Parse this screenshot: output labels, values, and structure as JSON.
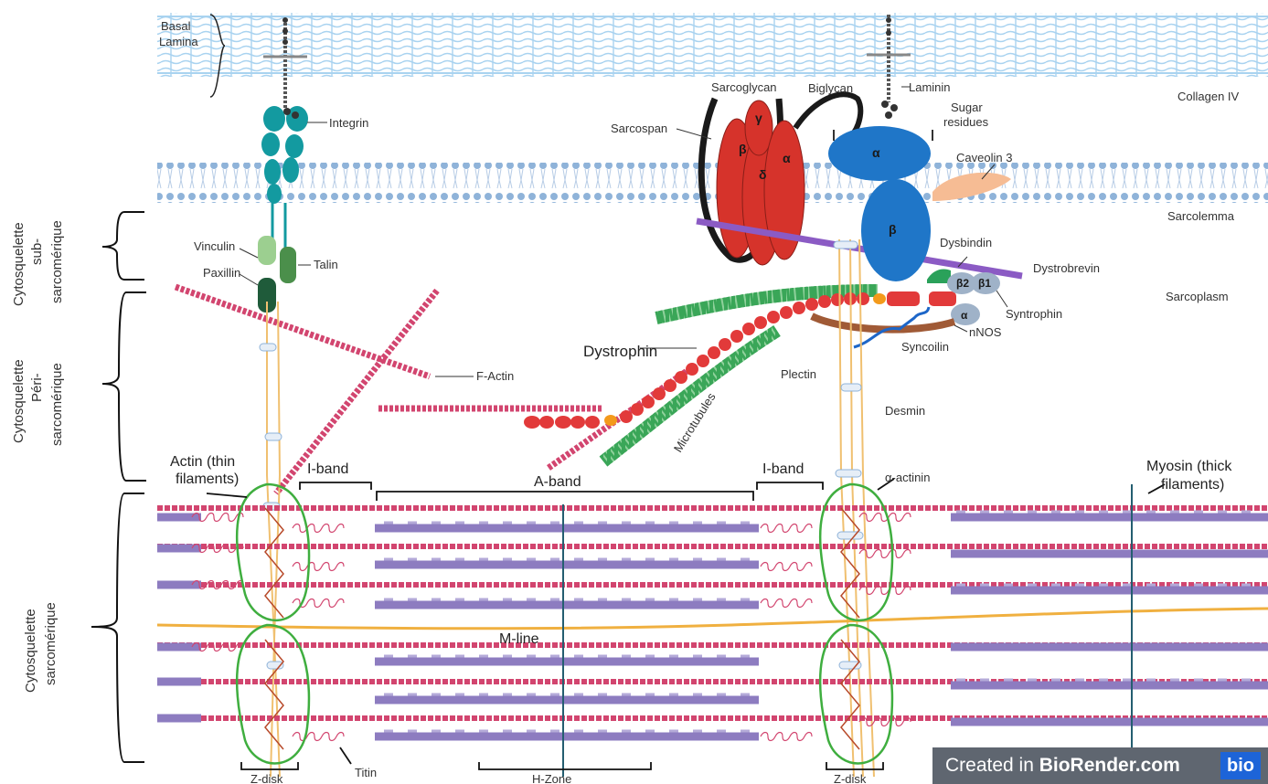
{
  "labels": {
    "basal_lamina_1": "Basal",
    "basal_lamina_2": "Lamina",
    "collagen": "Collagen IV",
    "integrin": "Integrin",
    "sarcoglycan": "Sarcoglycan",
    "biglycan": "Biglycan",
    "laminin": "Laminin",
    "sugar_1": "Sugar",
    "sugar_2": "residues",
    "sarcospan": "Sarcospan",
    "caveolin": "Caveolin 3",
    "sarcolemma": "Sarcolemma",
    "vinculin": "Vinculin",
    "talin": "Talin",
    "paxillin": "Paxillin",
    "dysbindin": "Dysbindin",
    "dystrobrevin": "Dystrobrevin",
    "sarcoplasm": "Sarcoplasm",
    "syntrophin": "Syntrophin",
    "nnos": "nNOS",
    "dystrophin": "Dystrophin",
    "syncoilin": "Syncoilin",
    "f_actin": "F-Actin",
    "plectin": "Plectin",
    "microtubules": "Microtubules",
    "desmin": "Desmin",
    "actin_1": "Actin (thin",
    "actin_2": "filaments)",
    "i_band_left": "I-band",
    "a_band": "A-band",
    "i_band_right": "I-band",
    "alpha_actinin": "α-actinin",
    "myosin_1": "Myosin (thick",
    "myosin_2": "filaments)",
    "m_line": "M-line",
    "titin": "Titin",
    "z_disk_left": "Z-disk",
    "h_zone": "H-Zone",
    "z_disk_right": "Z-disk"
  },
  "greek": {
    "sg_beta": "β",
    "sg_gamma": "γ",
    "sg_delta": "δ",
    "sg_alpha": "α",
    "dg_alpha": "α",
    "dg_beta": "β",
    "syn_beta2": "β2",
    "syn_beta1": "β1",
    "syn_alpha": "α"
  },
  "side_labels": {
    "sub_1": "Cytosquelette",
    "sub_2": "sub-",
    "sub_3": "sarcomérique",
    "peri_1": "Cytosquelette",
    "peri_2": "Péri-",
    "peri_3": "sarcomérique",
    "sarc_1": "Cytosquelette",
    "sarc_2": "sarcomérique"
  },
  "badge": {
    "prefix": "Created in ",
    "brand": "BioRender.com",
    "logo": "bio"
  },
  "colors": {
    "membrane": "#8fb3d9",
    "integrin": "#139aa0",
    "sarcoglycan": "#d6332b",
    "dystroglycan": "#1f76c8",
    "caveolin": "#f6bc94",
    "dystrophin": "#e23a3a",
    "microtubule": "#3aa658",
    "actin": "#d2456f",
    "myosin": "#8d7cc0",
    "desmin": "#f0c070",
    "z_disk_outline": "#3fae3f"
  }
}
